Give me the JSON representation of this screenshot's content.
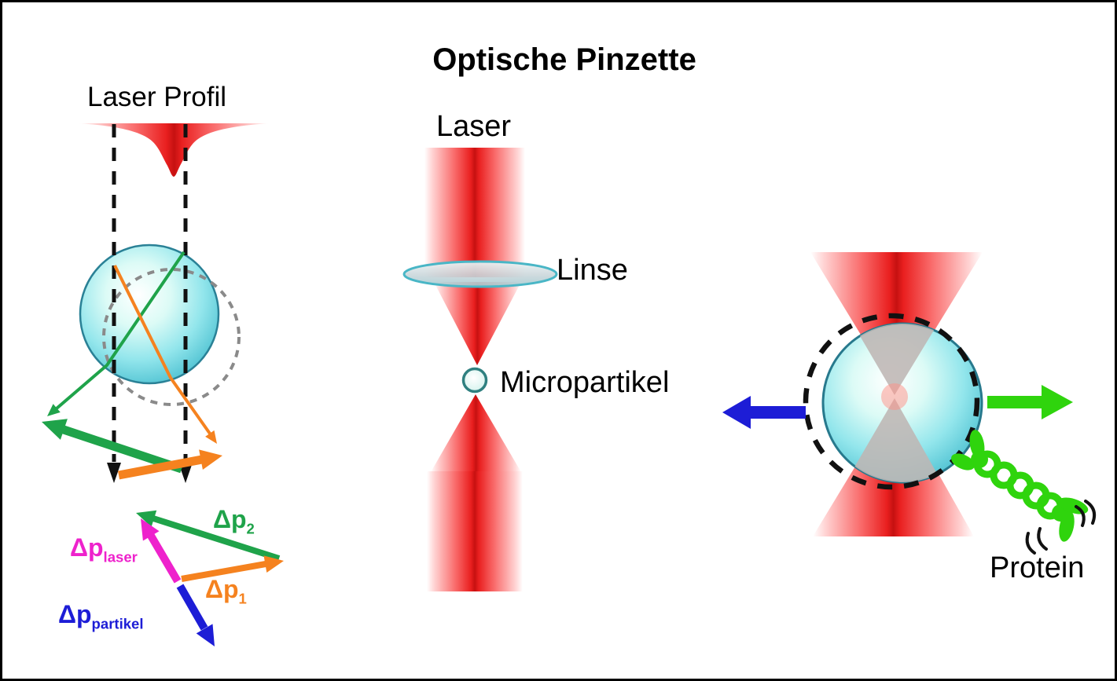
{
  "title": "Optische Pinzette",
  "left_panel": {
    "title": "Laser Profil",
    "vector_labels": {
      "dp2": {
        "base": "Δp",
        "sub": "2"
      },
      "dp_laser": {
        "base": "Δp",
        "sub": "laser"
      },
      "dp1": {
        "base": "Δp",
        "sub": "1"
      },
      "dp_partikel": {
        "base": "Δp",
        "sub": "partikel"
      }
    }
  },
  "middle_panel": {
    "laser_label": "Laser",
    "lens_label": "Linse",
    "particle_label": "Micropartikel"
  },
  "right_panel": {
    "protein_label": "Protein"
  },
  "colors": {
    "green": "#1fa34a",
    "orange": "#f5821f",
    "magenta": "#ee22cc",
    "blue": "#1d1dd6",
    "bright_green": "#2fd40d",
    "red_core": "#e91f1f",
    "sphere_teal": "#2f97ac",
    "gray": "#8a8a8a",
    "black": "#111111"
  }
}
